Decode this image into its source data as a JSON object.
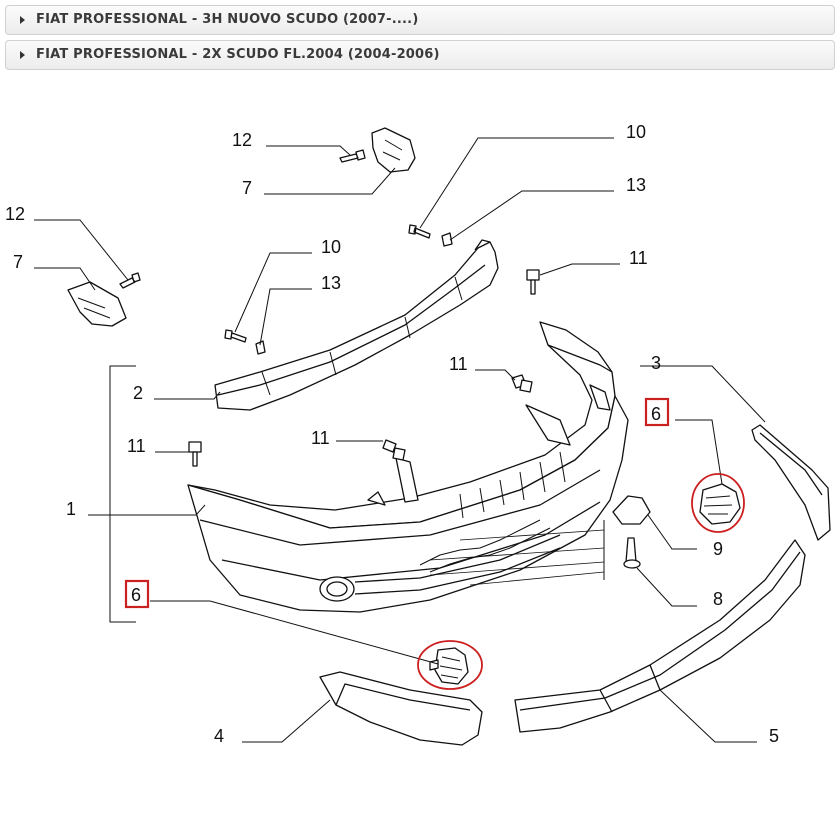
{
  "accordion": [
    {
      "label": "FIAT PROFESSIONAL - 3H NUOVO SCUDO (2007-....)"
    },
    {
      "label": "FIAT PROFESSIONAL - 2X SCUDO FL.2004 (2004-2006)"
    }
  ],
  "callouts": {
    "n1": "1",
    "n2": "2",
    "n3": "3",
    "n4": "4",
    "n5": "5",
    "n6a": "6",
    "n6b": "6",
    "n7a": "7",
    "n7b": "7",
    "n8": "8",
    "n9": "9",
    "n10a": "10",
    "n10b": "10",
    "n11a": "11",
    "n11b": "11",
    "n11c": "11",
    "n11d": "11",
    "n12a": "12",
    "n12b": "12",
    "n13a": "13",
    "n13b": "13"
  },
  "colors": {
    "highlight": "#cc1f1f",
    "line": "#111111",
    "accent_box": "#cc1f1f"
  }
}
